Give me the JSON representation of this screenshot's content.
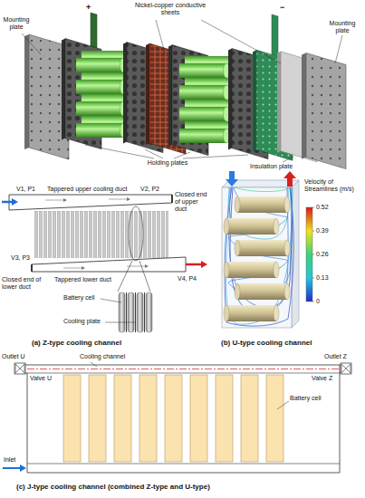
{
  "diagram": {
    "labels": [
      "Mounting plate",
      "+",
      "Nickel-copper conductive sheets",
      "−",
      "Mounting plate",
      "Holding plates",
      "Insulation plate",
      "V1, P1",
      "Tappered upper cooling duct",
      "V2, P2",
      "Closed end of upper duct",
      "V3, P3",
      "Closed end of lower duct",
      "Tappered lower duct",
      "V4, P4",
      "Battery cell",
      "Cooling plate",
      "(a) Z-type cooling channel",
      "Velocity of Streamlines (m/s)",
      "0.52",
      "0.39",
      "0.26",
      "0.13",
      "0",
      "(b) U-type cooling channel",
      "Outlet U",
      "Cooling channel",
      "Outlet Z",
      "Valve U",
      "Valve Z",
      "Battery cell",
      "Inlet",
      "(c) J-type cooling channel (combined Z-type and U-type)"
    ]
  }
}
